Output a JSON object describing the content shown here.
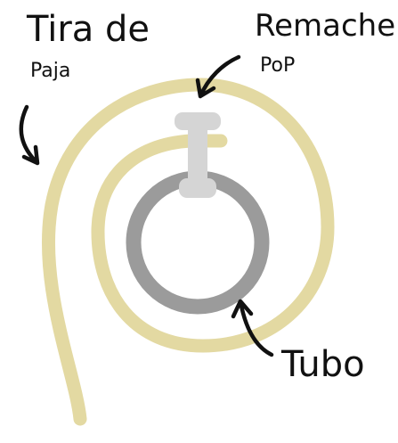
{
  "labels": {
    "strip_line1": "Tira de",
    "strip_line2": "Paja",
    "rivet_line1": "Remache",
    "rivet_line2": "PoP",
    "tube": "Tubo"
  },
  "colors": {
    "straw": "#E3D9A2",
    "tube": "#9B9B9B",
    "rivet": "#D5D5D5",
    "ink": "#111111",
    "background": "#FFFFFF"
  }
}
